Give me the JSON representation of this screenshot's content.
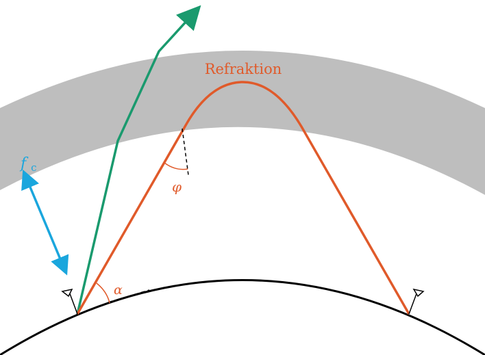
{
  "labels": {
    "refraction": "Refraktion",
    "frequency_symbol": "f",
    "frequency_subscript": "c",
    "elevation_angle": "α",
    "refraction_angle": "φ"
  },
  "colors": {
    "ionosphere_band": "#bebebe",
    "earth_line": "#000000",
    "refracted_ray": "#e05a2a",
    "escaping_ray": "#1a9a6e",
    "frequency_arrow": "#1aa6dd",
    "angle_guides": "#000000"
  },
  "icons": {
    "transmitter": "antenna-icon",
    "receiver": "antenna-icon"
  }
}
